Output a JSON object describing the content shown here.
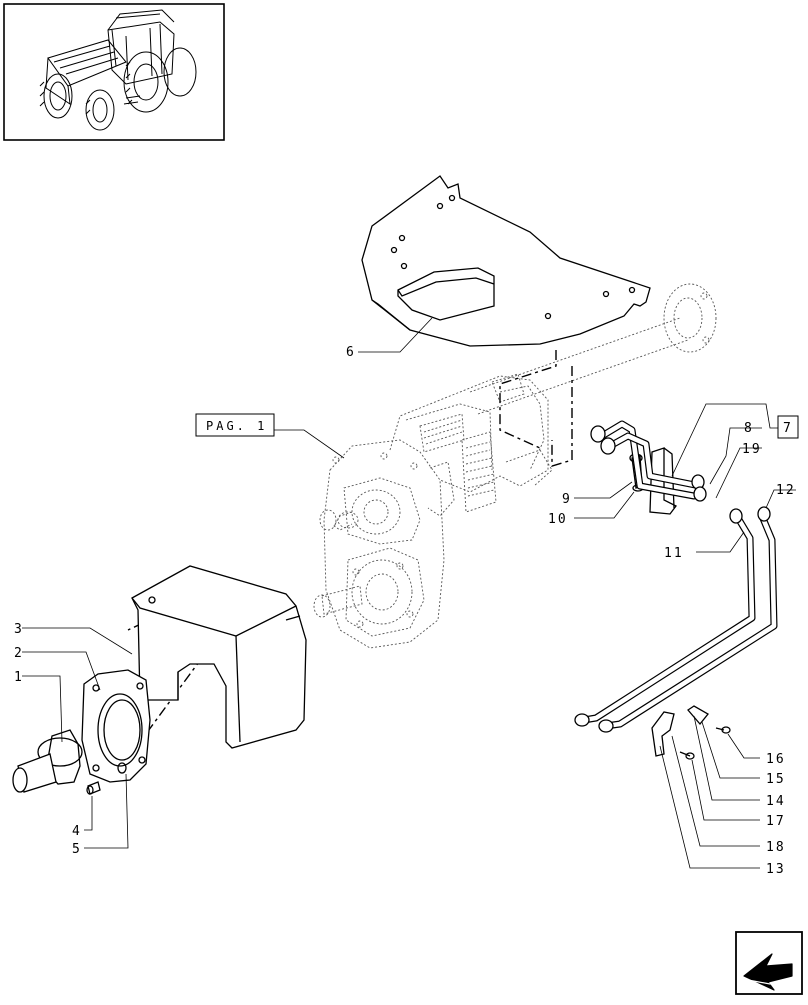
{
  "callouts": {
    "c1": "1",
    "c2": "2",
    "c3": "3",
    "c4": "4",
    "c5": "5",
    "c6": "6",
    "c7": "7",
    "c8": "8",
    "c9": "9",
    "c10": "10",
    "c11": "11",
    "c12": "12",
    "c13": "13",
    "c14": "14",
    "c15": "15",
    "c16": "16",
    "c17": "17",
    "c18": "18",
    "c19": "19"
  },
  "page_reference": "PAG. 1",
  "icons": {
    "thumbnail": "tractor-thumbnail-icon",
    "navigation": "next-page-arrow-icon"
  },
  "colors": {
    "line": "#000000",
    "ghost_line": "#555555",
    "background": "#ffffff"
  }
}
